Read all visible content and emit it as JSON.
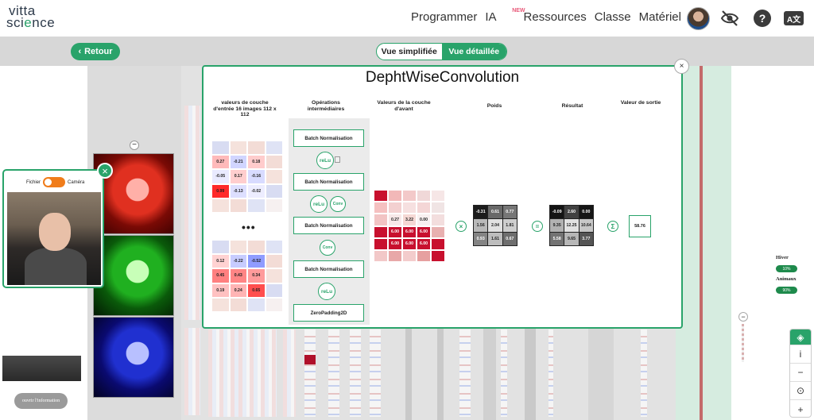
{
  "header": {
    "logo_top": "vitta",
    "logo_bottom_pre": "sci",
    "logo_bottom_dot": "e",
    "logo_bottom_post": "nce",
    "nav": [
      "Programmer",
      "IA",
      "Ressources",
      "Classe",
      "Matériel"
    ],
    "ia_badge": "NEW",
    "help_label": "?",
    "translate_label": "A文"
  },
  "toolbar": {
    "back_label": "Retour",
    "view_simple": "Vue simplifiée",
    "view_detailed": "Vue détaillée"
  },
  "webcam": {
    "source_file": "Fichier",
    "source_camera": "Caméra",
    "close": "×"
  },
  "info_button": "ouvrir l'information",
  "classes": [
    {
      "name": "Hiver",
      "value": "10%"
    },
    {
      "name": "Animaux",
      "value": "90%"
    }
  ],
  "zoom_panel": {
    "info": "i",
    "minus": "−",
    "center": "⊙",
    "plus": "+"
  },
  "modal": {
    "title": "DephtWiseConvolution",
    "close": "×",
    "headers": {
      "input": "valeurs de couche d'entrée 16 images 112 x 112",
      "ops": "Opérations intermédiaires",
      "prev": "Valeurs de la couche d'avant",
      "weights": "Poids",
      "result": "Résultat",
      "output": "Valeur de sortie"
    },
    "ops": {
      "batch_norm": "Batch Normalisation",
      "relu": "reLu",
      "conv": "Conv",
      "zero_padding": "ZeroPadding2D"
    },
    "ellipsis": "•••",
    "grid_top": [
      [
        "",
        "",
        "",
        ""
      ],
      [
        "0.27",
        "-0.21",
        "0.18",
        ""
      ],
      [
        "-0.05",
        "0.17",
        "-0.16",
        ""
      ],
      [
        "0.99",
        "-0.13",
        "-0.02",
        ""
      ],
      [
        "",
        "",
        "",
        ""
      ]
    ],
    "grid_bottom": [
      [
        "",
        "",
        "",
        ""
      ],
      [
        "0.12",
        "-0.22",
        "-0.52",
        ""
      ],
      [
        "0.45",
        "0.43",
        "0.34",
        ""
      ],
      [
        "0.19",
        "0.24",
        "0.65",
        ""
      ],
      [
        "",
        "",
        "",
        ""
      ]
    ],
    "grid_prev": [
      [
        "",
        "",
        "",
        "",
        ""
      ],
      [
        "",
        "",
        "",
        "",
        ""
      ],
      [
        "",
        "0.27",
        "3.22",
        "0.00",
        ""
      ],
      [
        "",
        "6.00",
        "6.00",
        "6.00",
        ""
      ],
      [
        "",
        "6.00",
        "6.00",
        "6.00",
        ""
      ],
      [
        "",
        "",
        "",
        "",
        ""
      ]
    ],
    "weights": [
      [
        "-0.31",
        "0.61",
        "0.77"
      ],
      [
        "1.56",
        "2.04",
        "1.81"
      ],
      [
        "0.93",
        "1.61",
        "0.67"
      ]
    ],
    "result": [
      [
        "-0.09",
        "2.60",
        "0.00"
      ],
      [
        "9.35",
        "12.25",
        "10.64"
      ],
      [
        "5.58",
        "9.65",
        "3.77"
      ]
    ],
    "operators": {
      "times": "×",
      "equals": "=",
      "sum": "Σ"
    },
    "output_value": "58.76"
  }
}
